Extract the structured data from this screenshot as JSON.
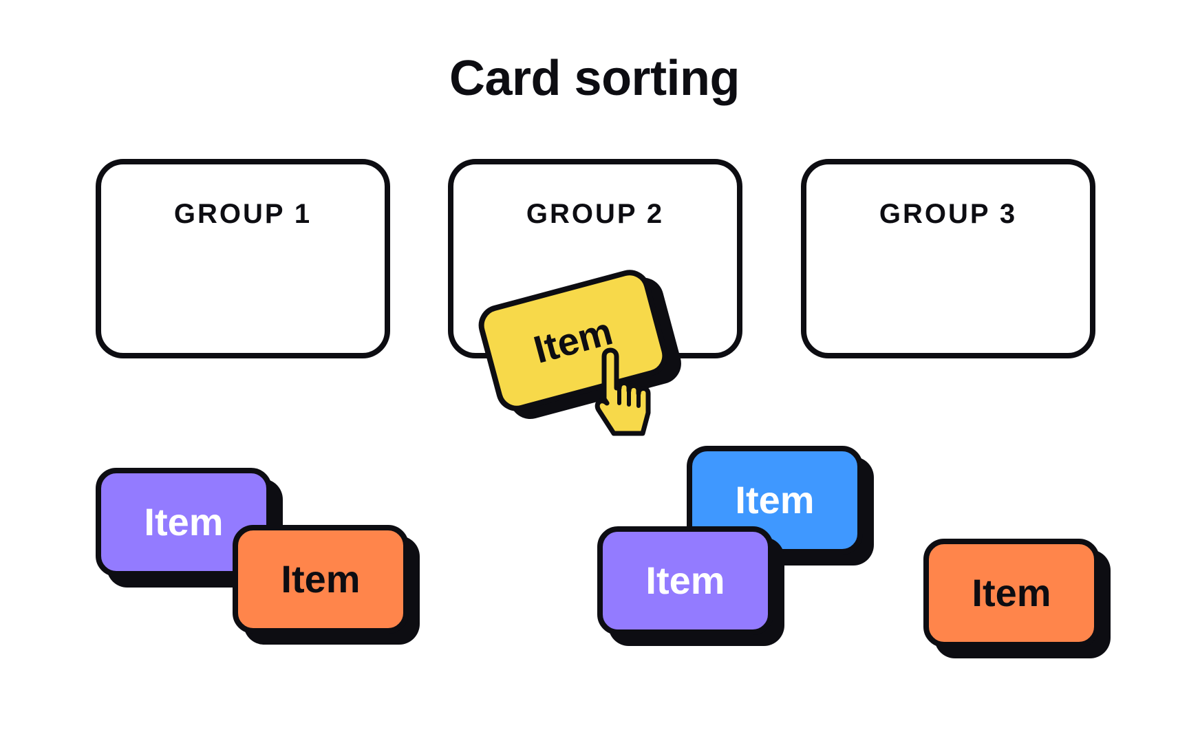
{
  "title": "Card sorting",
  "groups": [
    {
      "label": "GROUP 1"
    },
    {
      "label": "GROUP 2"
    },
    {
      "label": "GROUP 3"
    }
  ],
  "cards": [
    {
      "label": "Item",
      "color": "#937bff"
    },
    {
      "label": "Item",
      "color": "#ff854b"
    },
    {
      "label": "Item",
      "color": "#3f98ff"
    },
    {
      "label": "Item",
      "color": "#937bff"
    },
    {
      "label": "Item",
      "color": "#ff854b"
    }
  ],
  "dragged_card": {
    "label": "Item",
    "color": "#f7d94a"
  },
  "cursor_icon": "hand-pointer-icon",
  "colors": {
    "outline": "#0d0d12",
    "background": "#ffffff"
  }
}
